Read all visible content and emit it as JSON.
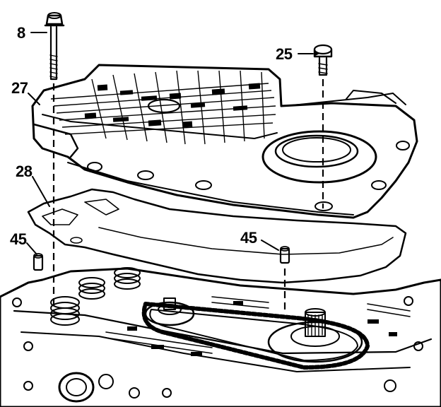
{
  "callouts": {
    "bolt_left": "8",
    "bolt_right": "25",
    "cover": "27",
    "gasket": "28",
    "seal_left": "45",
    "seal_right": "45"
  },
  "colors": {
    "ink": "#000000",
    "background": "#ffffff"
  }
}
